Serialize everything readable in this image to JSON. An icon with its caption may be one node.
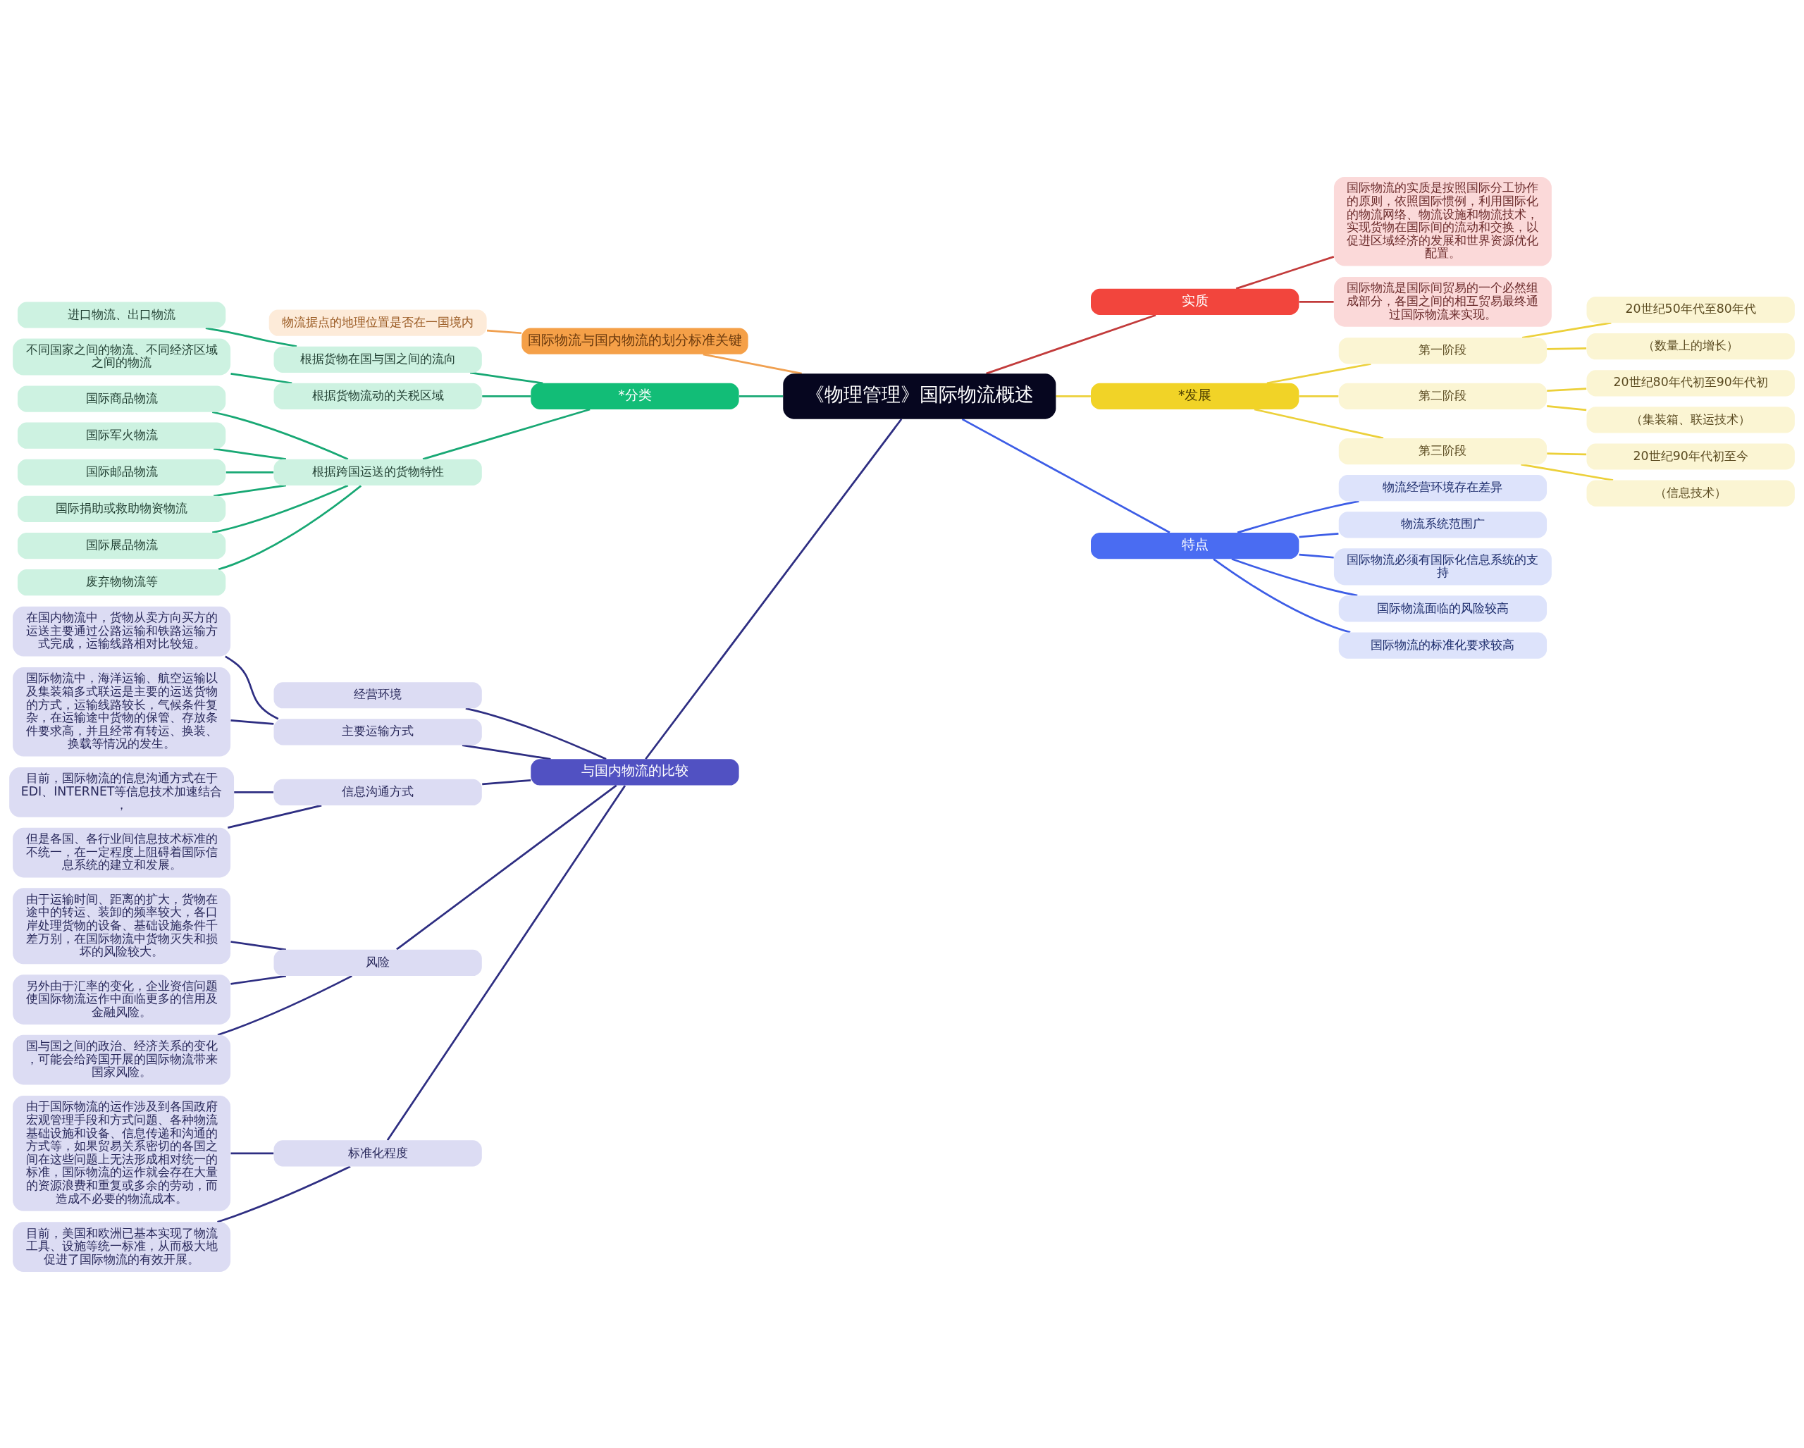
{
  "diagram": {
    "nodes": [
      {
        "text": [
          "《物理管理》国际物流概述"
        ]
      },
      {
        "text": [
          "国际物流与国内物流的划分标准关键"
        ]
      },
      {
        "text": [
          "物流据点的地理位置是否在一国境内"
        ]
      },
      {
        "text": [
          "*分类"
        ]
      },
      {
        "text": [
          "根据货物在国与国之间的流向"
        ]
      },
      {
        "text": [
          "进口物流、出口物流"
        ]
      },
      {
        "text": [
          "根据货物流动的关税区域"
        ]
      },
      {
        "text": [
          "不同国家之间的物流、不同经济区域之间的物流"
        ]
      },
      {
        "text": [
          "根据跨国运送的货物特性"
        ]
      },
      {
        "text": [
          "国际商品物流"
        ]
      },
      {
        "text": [
          "国际军火物流"
        ]
      },
      {
        "text": [
          "国际邮品物流"
        ]
      },
      {
        "text": [
          "国际捐助或救助物资物流"
        ]
      },
      {
        "text": [
          "国际展品物流"
        ]
      },
      {
        "text": [
          "废弃物物流等"
        ]
      },
      {
        "text": [
          "与国内物流的比较"
        ]
      },
      {
        "text": [
          "经营环境"
        ]
      },
      {
        "text": [
          "主要运输方式"
        ]
      },
      {
        "text": [
          "在国内物流中，货物从卖方向买方的运送主要通过公路运输和铁路运输方式完成，运输线路相对比较短。"
        ]
      },
      {
        "text": [
          "国际物流中，海洋运输、航空运输以及集装箱多式联运是主要的运送货物的方式，运输线路较长，气候条件复杂，在运输途中货物的保管、存放条件要求高，并且经常有转运、换装、换载等情况的发生。"
        ]
      },
      {
        "text": [
          "信息沟通方式"
        ]
      },
      {
        "text": [
          "目前，国际物流的信息沟通方式在于EDI、INTERNET等信息技术加速结合，"
        ]
      },
      {
        "text": [
          "但是各国、各行业间信息技术标准的不统一，在一定程度上阻碍着国际信息系统的建立和发展。"
        ]
      },
      {
        "text": [
          "风险"
        ]
      },
      {
        "text": [
          "由于运输时间、距离的扩大，货物在途中的转运、装卸的频率较大，各口岸处理货物的设备、基础设施条件千差万别，在国际物流中货物灭失和损坏的风险较大。"
        ]
      },
      {
        "text": [
          "另外由于汇率的变化，企业资信问题使国际物流运作中面临更多的信用及金融风险。"
        ]
      },
      {
        "text": [
          "国与国之间的政治、经济关系的变化，可能会给跨国开展的国际物流带来国家风险。"
        ]
      },
      {
        "text": [
          "标准化程度"
        ]
      },
      {
        "text": [
          "由于国际物流的运作涉及到各国政府宏观管理手段和方式问题、各种物流基础设施和设备、信息传递和沟通的方式等，如果贸易关系密切的各国之间在这些问题上无法形成相对统一的标准，国际物流的运作就会存在大量的资源浪费和重复或多余的劳动，而造成不必要的物流成本。"
        ]
      },
      {
        "text": [
          "目前，美国和欧洲已基本实现了物流工具、设施等统一标准，从而极大地促进了国际物流的有效开展。"
        ]
      },
      {
        "text": [
          "实质"
        ]
      },
      {
        "text": [
          "国际物流的实质是按照国际分工协作的原则，依照国际惯例，利用国际化的物流网络、物流设施和物流技术，实现货物在国际间的流动和交换，以促进区域经济的发展和世界资源优化配置。"
        ]
      },
      {
        "text": [
          "国际物流是国际间贸易的一个必然组成部分，各国之间的相互贸易最终通过国际物流来实现。"
        ]
      },
      {
        "text": [
          "*发展"
        ]
      },
      {
        "text": [
          "第一阶段"
        ]
      },
      {
        "text": [
          "20世纪50年代至80年代"
        ]
      },
      {
        "text": [
          "（数量上的增长）"
        ]
      },
      {
        "text": [
          "第二阶段"
        ]
      },
      {
        "text": [
          "20世纪80年代初至90年代初"
        ]
      },
      {
        "text": [
          "（集装箱、联运技术）"
        ]
      },
      {
        "text": [
          "第三阶段"
        ]
      },
      {
        "text": [
          "20世纪90年代初至今"
        ]
      },
      {
        "text": [
          "（信息技术）"
        ]
      },
      {
        "text": [
          "特点"
        ]
      },
      {
        "text": [
          "物流经营环境存在差异"
        ]
      },
      {
        "text": [
          "物流系统范围广"
        ]
      },
      {
        "text": [
          "国际物流必须有国际化信息系统的支持"
        ]
      },
      {
        "text": [
          "国际物流面临的风险较高"
        ]
      },
      {
        "text": [
          "国际物流的标准化要求较高"
        ]
      }
    ],
    "edges": [
      {
        "from": 0,
        "to": 1,
        "arrow": "none",
        "color": "#f0a050"
      },
      {
        "from": 1,
        "to": 2,
        "arrow": "none",
        "color": "#f0a050"
      },
      {
        "from": 0,
        "to": 3,
        "arrow": "none",
        "color": "#18a874"
      },
      {
        "from": 3,
        "to": 4,
        "arrow": "none",
        "color": "#18a874"
      },
      {
        "from": 4,
        "to": 5,
        "arrow": "none",
        "color": "#18a874"
      },
      {
        "from": 3,
        "to": 6,
        "arrow": "none",
        "color": "#18a874"
      },
      {
        "from": 6,
        "to": 7,
        "arrow": "none",
        "color": "#18a874"
      },
      {
        "from": 3,
        "to": 8,
        "arrow": "none",
        "color": "#18a874"
      },
      {
        "from": 8,
        "to": 9,
        "arrow": "none",
        "color": "#18a874"
      },
      {
        "from": 8,
        "to": 10,
        "arrow": "none",
        "color": "#18a874"
      },
      {
        "from": 8,
        "to": 11,
        "arrow": "none",
        "color": "#18a874"
      },
      {
        "from": 8,
        "to": 12,
        "arrow": "none",
        "color": "#18a874"
      },
      {
        "from": 8,
        "to": 13,
        "arrow": "none",
        "color": "#18a874"
      },
      {
        "from": 8,
        "to": 14,
        "arrow": "none",
        "color": "#18a874"
      },
      {
        "from": 0,
        "to": 15,
        "arrow": "none"
      },
      {
        "from": 15,
        "to": 16,
        "arrow": "none"
      },
      {
        "from": 15,
        "to": 17,
        "arrow": "none"
      },
      {
        "from": 17,
        "to": 18,
        "arrow": "none"
      },
      {
        "from": 17,
        "to": 19,
        "arrow": "none"
      },
      {
        "from": 15,
        "to": 20,
        "arrow": "none"
      },
      {
        "from": 20,
        "to": 21,
        "arrow": "none"
      },
      {
        "from": 20,
        "to": 22,
        "arrow": "none"
      },
      {
        "from": 15,
        "to": 23,
        "arrow": "none"
      },
      {
        "from": 23,
        "to": 24,
        "arrow": "none"
      },
      {
        "from": 23,
        "to": 25,
        "arrow": "none"
      },
      {
        "from": 23,
        "to": 26,
        "arrow": "none"
      },
      {
        "from": 15,
        "to": 27,
        "arrow": "none"
      },
      {
        "from": 27,
        "to": 28,
        "arrow": "none"
      },
      {
        "from": 27,
        "to": 29,
        "arrow": "none"
      },
      {
        "from": 0,
        "to": 30,
        "arrow": "none",
        "color": "#c23b3b"
      },
      {
        "from": 30,
        "to": 31,
        "arrow": "none",
        "color": "#c23b3b"
      },
      {
        "from": 30,
        "to": 32,
        "arrow": "none",
        "color": "#c23b3b"
      },
      {
        "from": 0,
        "to": 33,
        "arrow": "none",
        "color": "#ecd03a"
      },
      {
        "from": 33,
        "to": 34,
        "arrow": "none",
        "color": "#ecd03a"
      },
      {
        "from": 34,
        "to": 35,
        "arrow": "none",
        "color": "#ecd03a"
      },
      {
        "from": 34,
        "to": 36,
        "arrow": "none",
        "color": "#ecd03a"
      },
      {
        "from": 33,
        "to": 37,
        "arrow": "none",
        "color": "#ecd03a"
      },
      {
        "from": 37,
        "to": 38,
        "arrow": "none",
        "color": "#ecd03a"
      },
      {
        "from": 37,
        "to": 39,
        "arrow": "none",
        "color": "#ecd03a"
      },
      {
        "from": 33,
        "to": 40,
        "arrow": "none",
        "color": "#ecd03a"
      },
      {
        "from": 40,
        "to": 41,
        "arrow": "none",
        "color": "#ecd03a"
      },
      {
        "from": 40,
        "to": 42,
        "arrow": "none",
        "color": "#ecd03a"
      },
      {
        "from": 0,
        "to": 43,
        "arrow": "none",
        "color": "#3d5de6"
      },
      {
        "from": 43,
        "to": 44,
        "arrow": "none",
        "color": "#3d5de6"
      },
      {
        "from": 43,
        "to": 45,
        "arrow": "none",
        "color": "#3d5de6"
      },
      {
        "from": 43,
        "to": 46,
        "arrow": "none",
        "color": "#3d5de6"
      },
      {
        "from": 43,
        "to": 47,
        "arrow": "none",
        "color": "#3d5de6"
      },
      {
        "from": 43,
        "to": 48,
        "arrow": "none",
        "color": "#3d5de6"
      }
    ]
  }
}
